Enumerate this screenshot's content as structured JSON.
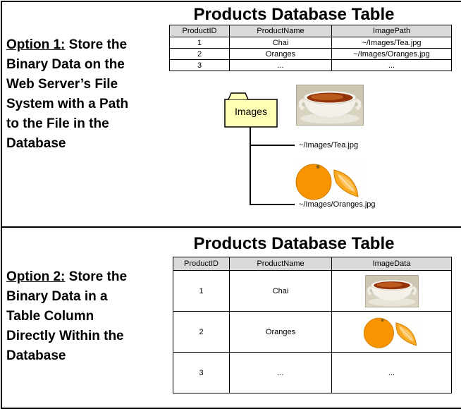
{
  "panel1": {
    "title": "Products Database Table",
    "option_label": "Option 1:",
    "option_line1_rest": " Store the",
    "option_lines": [
      "Binary Data on the",
      "Web Server’s File",
      "System with a Path",
      "to the File in the",
      "Database"
    ],
    "table": {
      "headers": [
        "ProductID",
        "ProductName",
        "ImagePath"
      ],
      "rows": [
        [
          "1",
          "Chai",
          "~/Images/Tea.jpg"
        ],
        [
          "2",
          "Oranges",
          "~/Images/Oranges.jpg"
        ],
        [
          "3",
          "...",
          "..."
        ]
      ]
    },
    "folder_label": "Images",
    "file_labels": {
      "tea": "~/Images/Tea.jpg",
      "oranges": "~/Images/Oranges.jpg"
    }
  },
  "panel2": {
    "title": "Products Database Table",
    "option_label": "Option 2:",
    "option_line1_rest": " Store the",
    "option_lines": [
      "Binary Data in a",
      "Table Column",
      "Directly Within the",
      "Database"
    ],
    "table": {
      "headers": [
        "ProductID",
        "ProductName",
        "ImageData"
      ],
      "rows": [
        {
          "product_id": "1",
          "product_name": "Chai",
          "image": "tea-photo"
        },
        {
          "product_id": "2",
          "product_name": "Oranges",
          "image": "oranges-photo"
        },
        {
          "product_id": "3",
          "product_name": "...",
          "image_text": "..."
        }
      ]
    }
  },
  "icons": {
    "folder": "folder-icon",
    "tea": "tea-cup-photo",
    "oranges": "oranges-photo"
  },
  "colors": {
    "folder_fill": "#ffffb5",
    "table_header_bg": "#d9d9d9",
    "border": "#000000"
  }
}
